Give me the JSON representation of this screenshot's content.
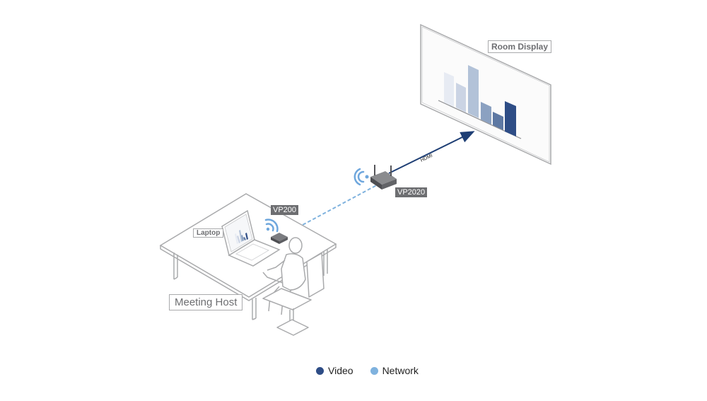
{
  "labels": {
    "room_display": "Room Display",
    "laptop": "Laptop",
    "meeting_host": "Meeting Host",
    "vp200": "VP200",
    "vp2020": "VP2020",
    "hdmi": "HDMI"
  },
  "legend": [
    {
      "label": "Video",
      "color": "#2e4d86"
    },
    {
      "label": "Network",
      "color": "#7fb2de"
    }
  ],
  "colors": {
    "outline": "#a9aaac",
    "video_link": "#1f3f75",
    "network_link": "#7fb2de",
    "device": "#555559"
  },
  "icons": [
    "wifi-icon"
  ]
}
